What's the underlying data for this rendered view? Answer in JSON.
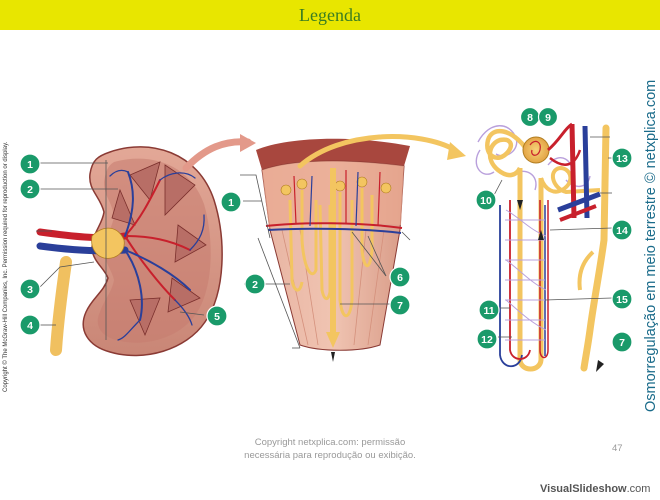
{
  "title": "Legenda",
  "copyright_side": "Copyright © The McGraw-Hill Companies, Inc. Permission required for reproduction or display.",
  "side_title": "Osmorregulação em meio terrestre © netxplica.com",
  "footer_line1": "Copyright netxplica.com: permissão",
  "footer_line2": "necessária para reprodução ou exibição.",
  "page_number": "47",
  "brand_part1": "VisualSlideshow",
  "brand_part2": ".com",
  "labels": {
    "n1a": "1",
    "n2a": "2",
    "n3": "3",
    "n4": "4",
    "n5": "5",
    "n1b": "1",
    "n2b": "2",
    "n6": "6",
    "n7a": "7",
    "n8": "8",
    "n9": "9",
    "n10": "10",
    "n11": "11",
    "n12": "12",
    "n13": "13",
    "n14": "14",
    "n15": "15",
    "n7b": "7"
  },
  "colors": {
    "title_bar": "#e8e600",
    "title_text": "#3a7d22",
    "badge": "#1a9a6a",
    "side_title": "#1a6b8a",
    "artery": "#c8202c",
    "vein": "#2a3f9a",
    "tubule": "#f3c560",
    "tissue": "#d78a7a"
  }
}
